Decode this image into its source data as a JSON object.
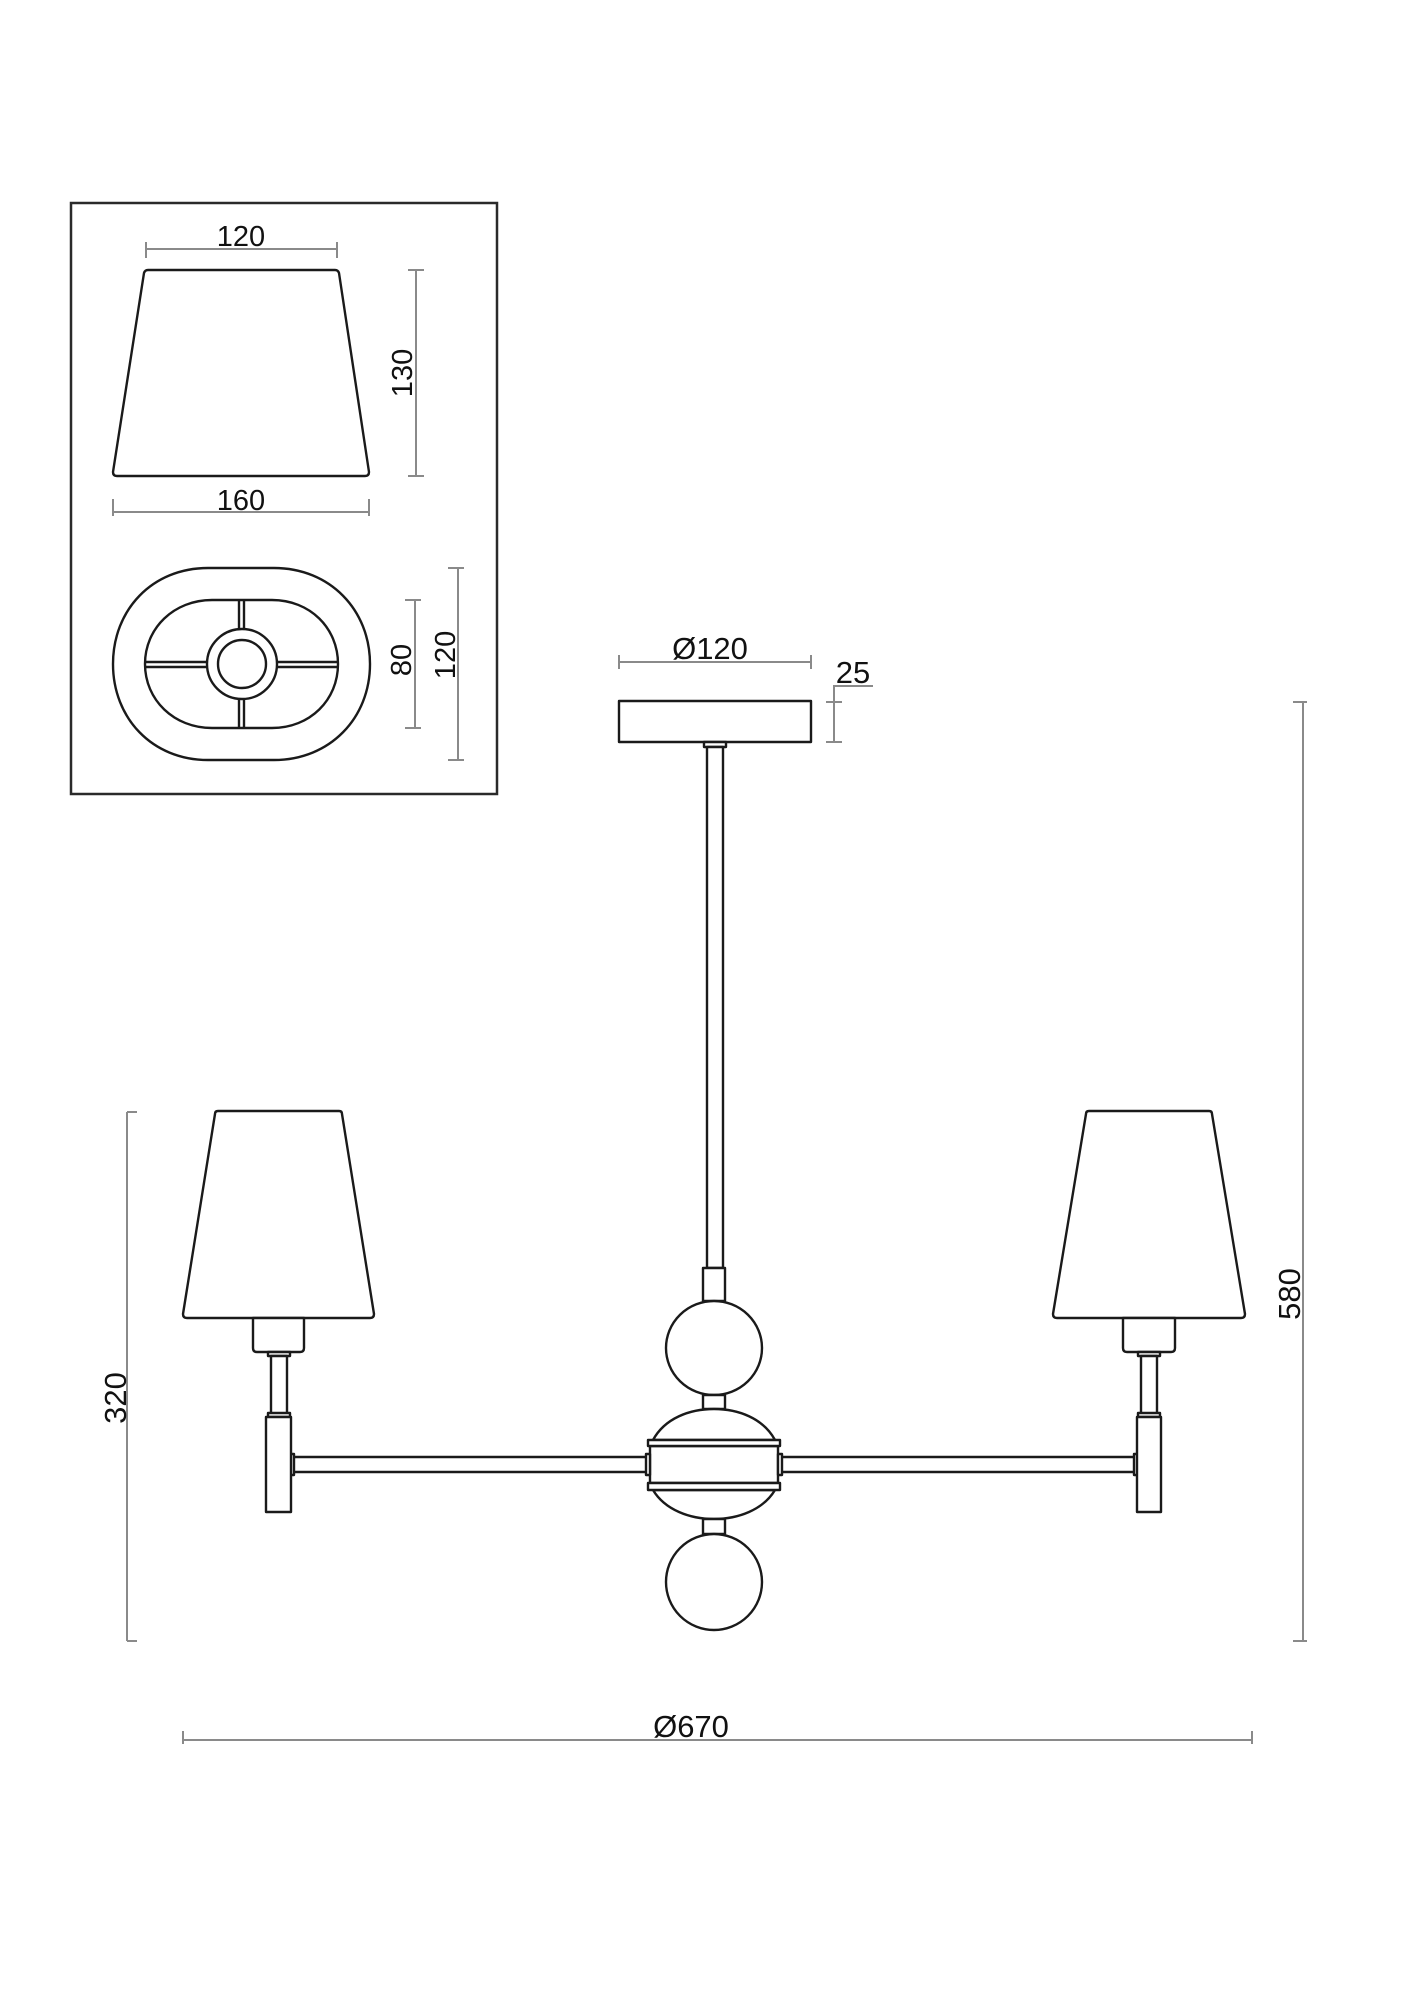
{
  "drawing": {
    "type": "technical-dimension-drawing",
    "subject": "three-arm pendant chandelier with tapered shades",
    "units": "mm"
  },
  "inset": {
    "shade_side_view": {
      "top_width_label": "120",
      "bottom_width_label": "160",
      "height_label": "130"
    },
    "shade_bottom_view": {
      "inner_height_label": "80",
      "outer_height_label": "120"
    }
  },
  "main": {
    "canopy_diameter_label": "Ø120",
    "canopy_height_label": "25",
    "overall_height_label": "580",
    "arm_height_label": "320",
    "overall_diameter_label": "Ø670"
  },
  "colors": {
    "line": "#1a1a1a",
    "dimension_line": "#8a8a8a",
    "background": "#ffffff"
  }
}
